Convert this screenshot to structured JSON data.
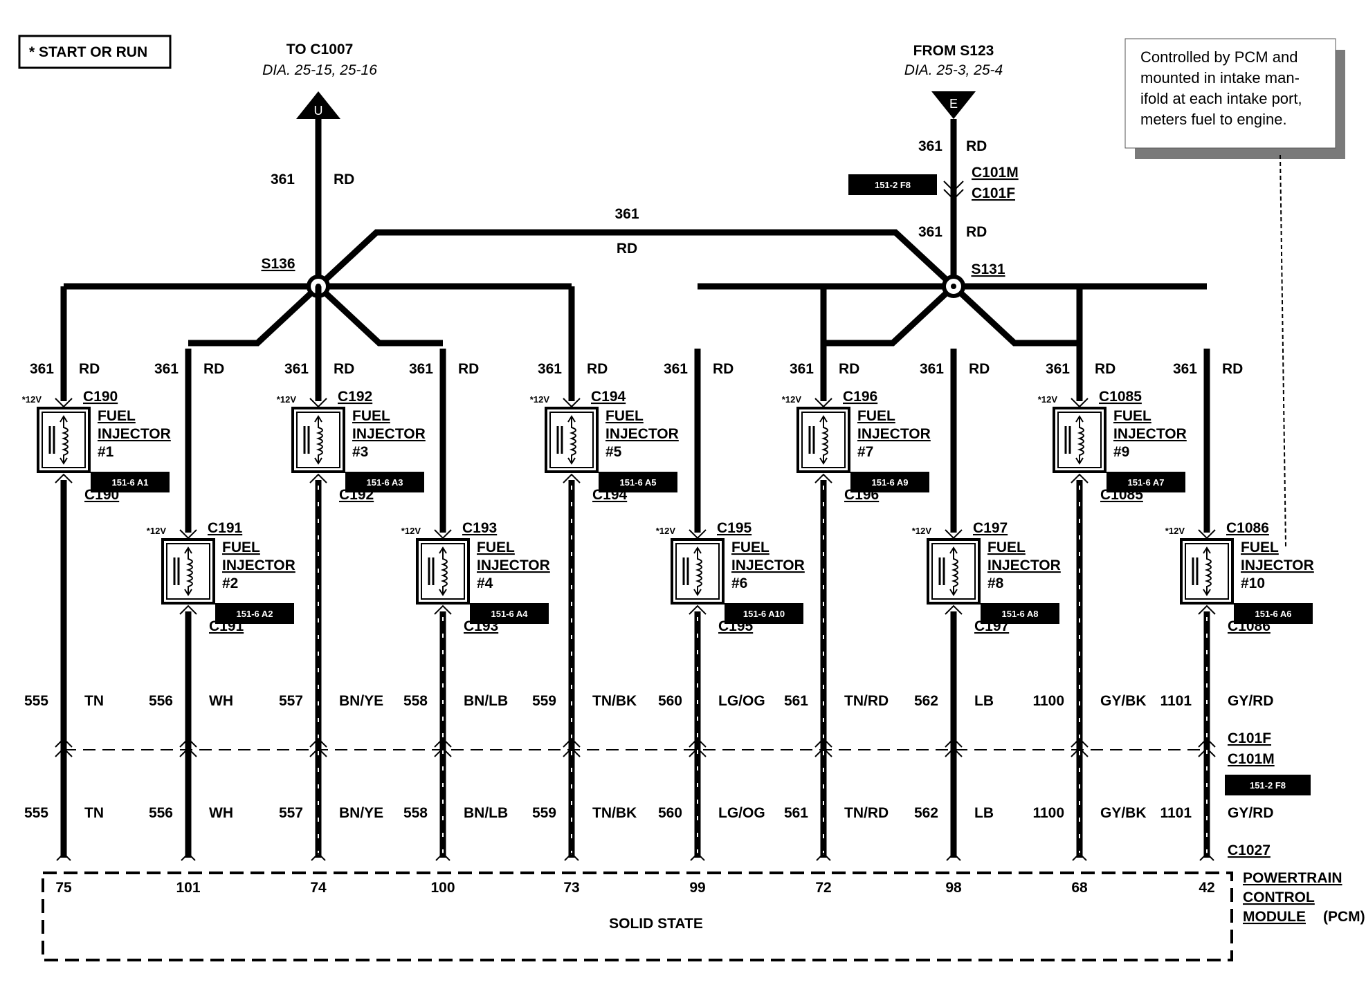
{
  "header": {
    "note": "* START OR RUN",
    "to_dest": "TO C1007",
    "to_dia": "DIA. 25-15, 25-16",
    "to_arrow": "U",
    "from_src": "FROM S123",
    "from_dia": "DIA. 25-3, 25-4",
    "from_arrow": "E"
  },
  "callout": "Controlled by PCM and mounted in intake man-ifold at each intake port, meters fuel to engine.",
  "feed": {
    "circuit": "361",
    "color": "RD",
    "splice_left": "S136",
    "splice_right": "S131",
    "conn_male": "C101M",
    "conn_female": "C101F",
    "conn_ref": "151-2 F8"
  },
  "injector_title": [
    "FUEL",
    "INJECTOR"
  ],
  "injectors": [
    {
      "num": "#1",
      "conn": "C190",
      "ref": "151-6 A1",
      "voltage": "*12V",
      "circuit": "555",
      "color": "TN",
      "pin": "75"
    },
    {
      "num": "#2",
      "conn": "C191",
      "ref": "151-6 A2",
      "voltage": "*12V",
      "circuit": "556",
      "color": "WH",
      "pin": "101"
    },
    {
      "num": "#3",
      "conn": "C192",
      "ref": "151-6 A3",
      "voltage": "*12V",
      "circuit": "557",
      "color": "BN/YE",
      "pin": "74"
    },
    {
      "num": "#4",
      "conn": "C193",
      "ref": "151-6 A4",
      "voltage": "*12V",
      "circuit": "558",
      "color": "BN/LB",
      "pin": "100"
    },
    {
      "num": "#5",
      "conn": "C194",
      "ref": "151-6 A5",
      "voltage": "*12V",
      "circuit": "559",
      "color": "TN/BK",
      "pin": "73"
    },
    {
      "num": "#6",
      "conn": "C195",
      "ref": "151-6 A10",
      "voltage": "*12V",
      "circuit": "560",
      "color": "LG/OG",
      "pin": "99"
    },
    {
      "num": "#7",
      "conn": "C196",
      "ref": "151-6 A9",
      "voltage": "*12V",
      "circuit": "561",
      "color": "TN/RD",
      "pin": "72"
    },
    {
      "num": "#8",
      "conn": "C197",
      "ref": "151-6 A8",
      "voltage": "*12V",
      "circuit": "562",
      "color": "LB",
      "pin": "98"
    },
    {
      "num": "#9",
      "conn": "C1085",
      "ref": "151-6 A7",
      "voltage": "*12V",
      "circuit": "1100",
      "color": "GY/BK",
      "pin": "68"
    },
    {
      "num": "#10",
      "conn": "C1086",
      "ref": "151-6 A6",
      "voltage": "*12V",
      "circuit": "1101",
      "color": "GY/RD",
      "pin": "42"
    }
  ],
  "bottom_connectors": {
    "female": "C101F",
    "male": "C101M",
    "ref": "151-2 F8",
    "pcm_conn": "C1027"
  },
  "pcm": {
    "name_lines": [
      "POWERTRAIN",
      "CONTROL",
      "MODULE"
    ],
    "abbr": "(PCM)",
    "state": "SOLID STATE"
  }
}
